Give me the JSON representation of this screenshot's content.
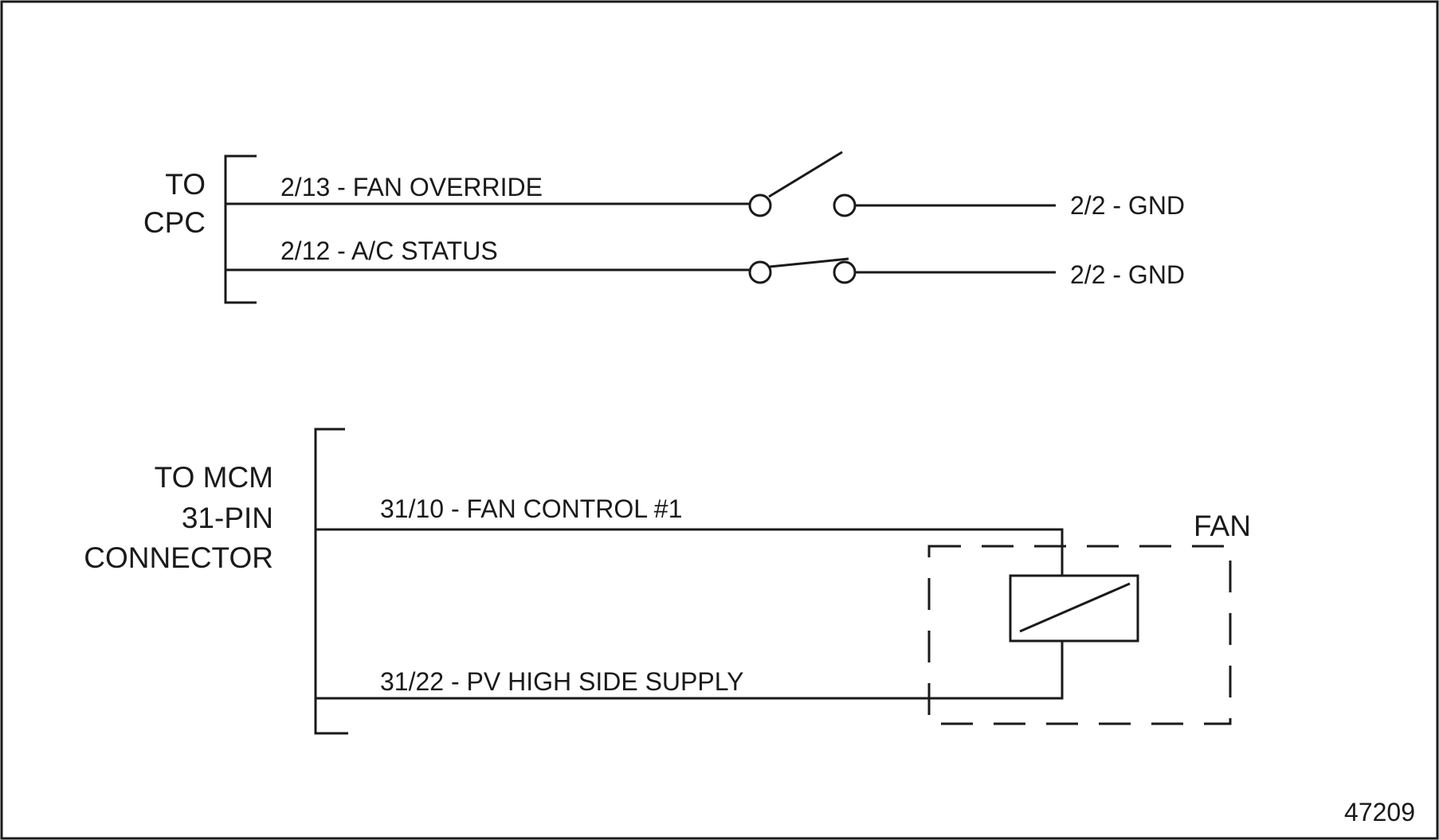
{
  "cpc_connector": {
    "label_line1": "TO",
    "label_line2": "CPC",
    "circuits": [
      {
        "wire_label": "2/13 - FAN OVERRIDE",
        "switch_state": "open",
        "ground_label": "2/2 - GND"
      },
      {
        "wire_label": "2/12 - A/C STATUS",
        "switch_state": "closed",
        "ground_label": "2/2 - GND"
      }
    ]
  },
  "mcm_connector": {
    "label_line1": "TO MCM",
    "label_line2": "31-PIN",
    "label_line3": "CONNECTOR",
    "circuits": [
      {
        "wire_label": "31/10 - FAN CONTROL #1"
      },
      {
        "wire_label": "31/22 - PV HIGH SIDE SUPPLY"
      }
    ]
  },
  "fan": {
    "label": "FAN",
    "component": "solenoid-coil"
  },
  "figure_number": "47209",
  "colors": {
    "line": "#1a1a1a",
    "background": "#ffffff"
  }
}
